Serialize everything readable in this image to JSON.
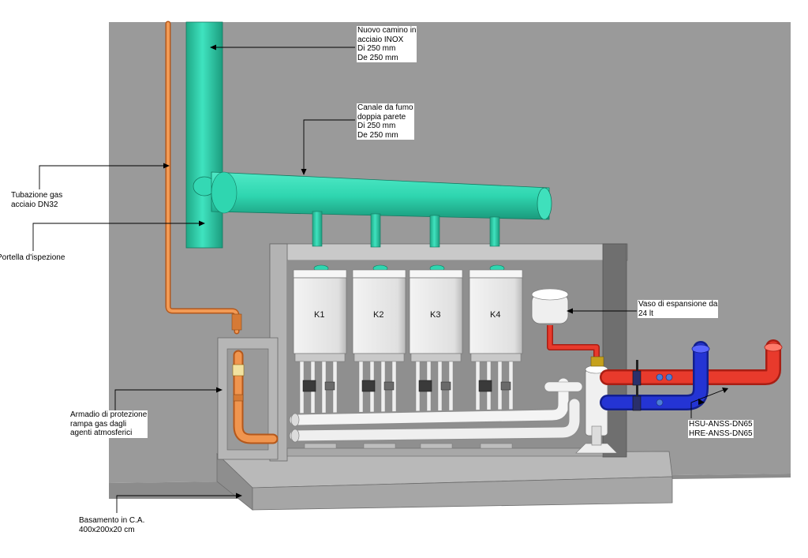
{
  "diagram": {
    "boilers": [
      {
        "id": "K1"
      },
      {
        "id": "K2"
      },
      {
        "id": "K3"
      },
      {
        "id": "K4"
      }
    ],
    "labels": {
      "chimney": [
        "Nuovo camino in",
        "acciaio INOX",
        "Di 250 mm",
        "De 250 mm"
      ],
      "flue": [
        "Canale da fumo",
        "doppia parete",
        "Di 250 mm",
        "De 250 mm"
      ],
      "gas_pipe": [
        "Tubazione gas",
        "acciaio DN32"
      ],
      "inspection": [
        "Portella d'ispezione"
      ],
      "expansion": [
        "Vaso di espansione da",
        "24 lt"
      ],
      "cabinet": [
        "Armadio di protezione",
        "rampa gas dagli",
        "agenti atmosferici"
      ],
      "hydraulic": [
        "HSU-ANSS-DN65",
        "HRE-ANSS-DN65"
      ],
      "base": [
        "Basamento in C.A.",
        "400x200x20 cm"
      ]
    },
    "colors": {
      "wall": "#9a9a9a",
      "flue_teal": "#2fd6b0",
      "gas_orange": "#e7873c",
      "hot_red": "#e83a2c",
      "cold_blue": "#2434d4",
      "boiler": "#e4e4e4"
    }
  }
}
